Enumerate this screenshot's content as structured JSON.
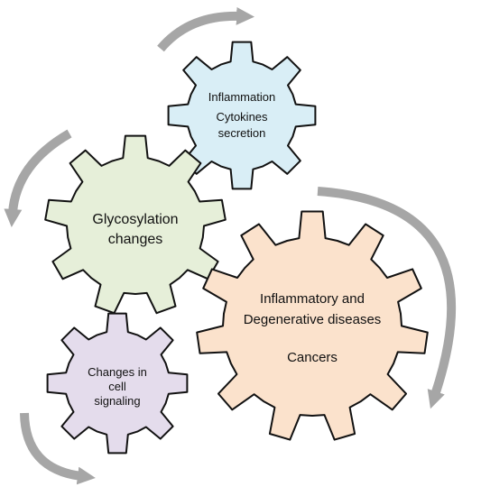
{
  "colors": {
    "arrow": "#a6a6a6",
    "gear_stroke": "#111111",
    "inflammation_fill": "#d9eef6",
    "glycosylation_fill": "#e6efd9",
    "diseases_fill": "#fbe2cc",
    "signaling_fill": "#e4dcec"
  },
  "gears": {
    "inflammation": {
      "line1": "Inflammation",
      "line2": "Cytokines",
      "line3": "secretion"
    },
    "glycosylation": {
      "line1": "Glycosylation",
      "line2": "changes"
    },
    "diseases": {
      "line1": "Inflammatory and",
      "line2": "Degenerative diseases",
      "line3": "Cancers"
    },
    "signaling": {
      "line1": "Changes in",
      "line2": "cell",
      "line3": "signaling"
    }
  }
}
